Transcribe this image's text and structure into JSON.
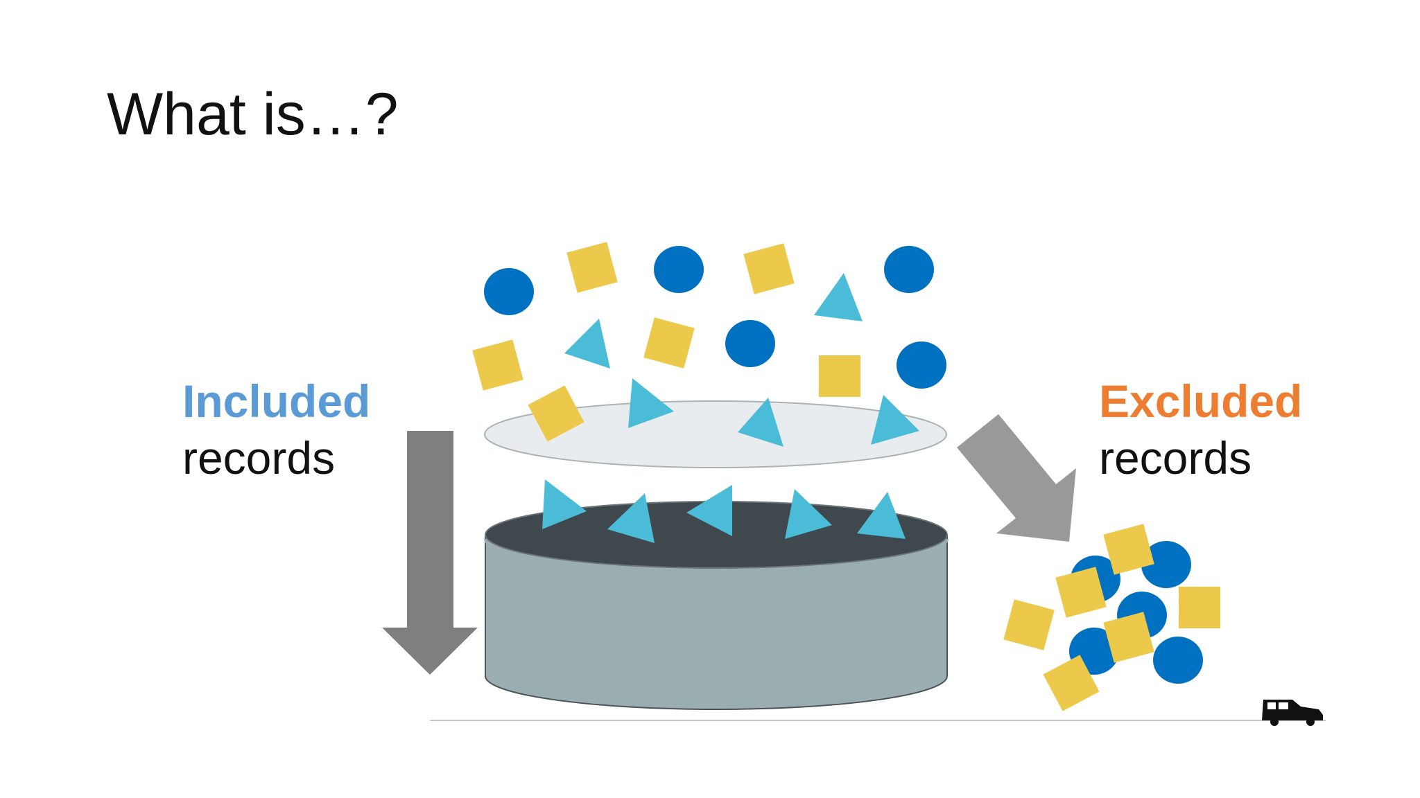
{
  "slide": {
    "title": "What is…?"
  },
  "included": {
    "label": "Included",
    "sublabel": "records"
  },
  "excluded": {
    "label": "Excluded",
    "sublabel": "records"
  },
  "colors": {
    "included_accent": "#5b9bd5",
    "excluded_accent": "#ed7d31",
    "circle": "#0070c0",
    "square": "#ecc94b",
    "triangle": "#4bbcd8",
    "arrow_down": "#7f7f7f",
    "arrow_diagonal": "#999999",
    "tub_body": "#9aadb1",
    "tub_top": "#3e484d",
    "filter_disc": "#e8ecee"
  },
  "icons": {
    "corner_logo": "car-icon"
  }
}
